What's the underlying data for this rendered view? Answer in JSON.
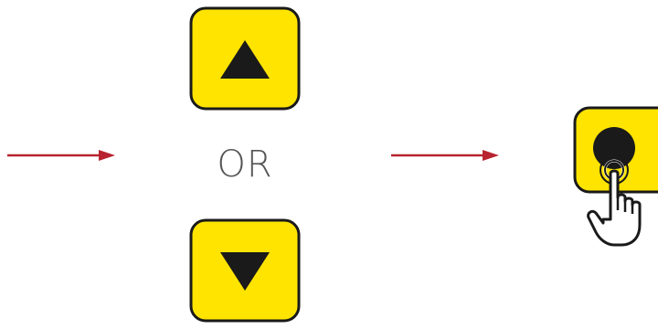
{
  "diagram": {
    "or_text": "OR"
  },
  "colors": {
    "arrow": "#b8232f",
    "key_fill": "#ffe400",
    "key_stroke": "#1a1a1a",
    "symbol": "#1a1a1a",
    "text": "#555555"
  },
  "icons": {
    "step_arrow_1": "arrow-right",
    "up_key": "triangle-up",
    "down_key": "triangle-down",
    "step_arrow_2": "arrow-right",
    "confirm_key": "filled-circle",
    "pointer": "hand-pointer"
  }
}
